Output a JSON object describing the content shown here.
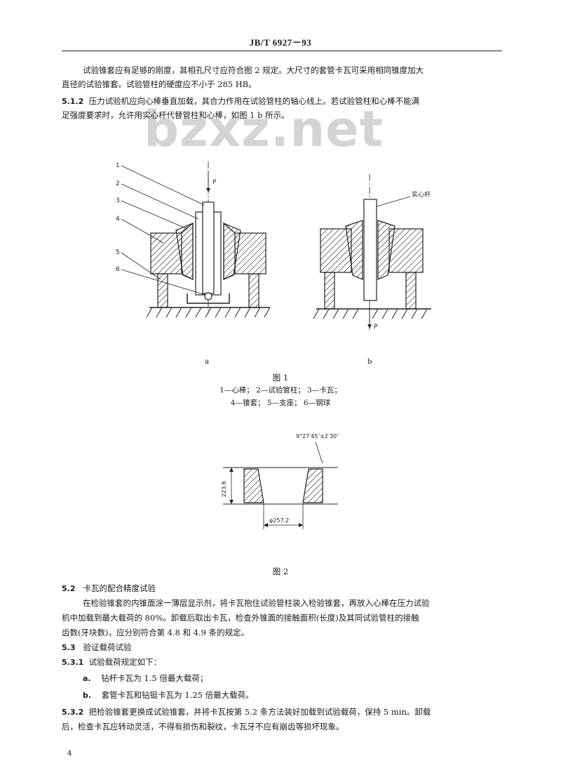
{
  "header": {
    "standard_code": "JB/T 6927－93"
  },
  "watermark": "bzxz.net",
  "para_intro": "试验锥套应有足够的刚度，其相孔尺寸应符合图 2 规定。大尺寸的套管卡瓦可采用相同锥度加大直径的试验锥套。试验管柱的硬度应不小于 285 HB。",
  "para_intro_line1": "试验锥套应有足够的刚度，其相孔尺寸应符合图 2 规定。大尺寸的套管卡瓦可采用相同锥度加大",
  "para_intro_line2": "直径的试验锥套。试验管柱的硬度应不小于 285 HB。",
  "s512": {
    "number": "5.1.2",
    "line1": "压力试验机应向心棒垂直加载，其合力作用在试验管柱的轴心线上。若试验管柱和心棒不能满",
    "line2": "足强度要求时，允许用实心杆代替管柱和心棒，如图 1 b 所示。"
  },
  "figure1": {
    "leaders": [
      "1",
      "2",
      "3",
      "4",
      "5",
      "6"
    ],
    "load_label": "P",
    "solid_rod_label": "实心杆",
    "subfig_a": "a",
    "subfig_b": "b",
    "caption": "图 1",
    "legend_line1": "1—心棒；  2—试验管柱；  3—卡瓦；",
    "legend_line2": "4—锥套；  5—支座；  6—钢球"
  },
  "figure2": {
    "angle_label": "9°27′45″±2′30″",
    "height_label": "223.6",
    "diameter_label": "φ257.2",
    "caption": "图 2"
  },
  "s52": {
    "number": "5.2",
    "title": "卡瓦的配合精度试验",
    "line1": "在检验锥套的内锥面涂一薄层显示剂，将卡瓦抱住试验管柱装入检验锥套，再放入心棒在压力试验",
    "line2": "机中加载到最大载荷的 80%。卸载后取出卡瓦，检查外锥面的接触面积(长度)及其同试验管柱的接触",
    "line3": "齿数(牙块数)，应分别符合第 4.8 和 4.9 条的规定。"
  },
  "s53": {
    "number": "5.3",
    "title": "验证载荷试验"
  },
  "s531": {
    "number": "5.3.1",
    "text": "试验载荷规定如下：",
    "item_a_marker": "a.",
    "item_a": "钻杆卡瓦为 1.5 倍最大载荷；",
    "item_b_marker": "b.",
    "item_b": "套管卡瓦和钻铤卡瓦为 1.25 倍最大载荷。"
  },
  "s532": {
    "number": "5.3.2",
    "line1": "把检验锥套更换成试验锥套，并将卡瓦按第 5.2 条方法装好加载到试验载荷，保持 5 min。卸载",
    "line2": "后，检查卡瓦应转动灵活，不得有损伤和裂纹，卡瓦牙不应有崩齿等损坏现象。"
  },
  "page_number": "4"
}
